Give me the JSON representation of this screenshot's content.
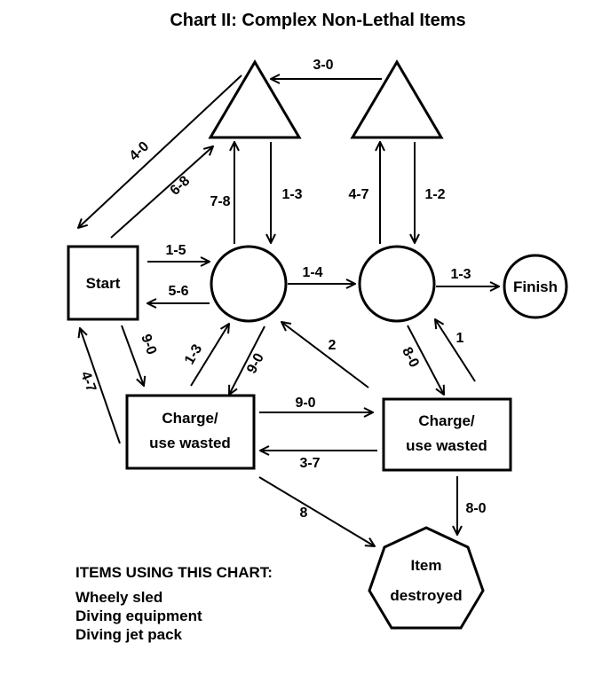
{
  "title": "Chart II:  Complex Non-Lethal Items",
  "nodes": {
    "start": "Start",
    "finish": "Finish",
    "charge_left_line1": "Charge/",
    "charge_left_line2": "use wasted",
    "charge_right_line1": "Charge/",
    "charge_right_line2": "use wasted",
    "destroyed_line1": "Item",
    "destroyed_line2": "destroyed"
  },
  "edges": {
    "tri_right_to_tri_left": "3-0",
    "tri_left_to_start": "4-0",
    "start_to_tri_left": "6-8",
    "circle_left_to_tri_left": "7-8",
    "tri_left_to_circle_left": "1-3",
    "circle_right_to_tri_right": "4-7",
    "tri_right_to_circle_right": "1-2",
    "start_to_circle_left": "1-5",
    "circle_left_to_start": "5-6",
    "circle_left_to_circle_right": "1-4",
    "circle_right_to_finish": "1-3",
    "start_to_charge_left": "9-0",
    "charge_left_to_start": "4-7",
    "charge_left_to_circle_left": "1-3",
    "circle_left_to_charge_left": "9-0",
    "charge_right_to_circle_left": "2",
    "circle_right_to_charge_right": "8-0",
    "charge_right_to_circle_right": "1",
    "charge_left_to_charge_right": "9-0",
    "charge_right_to_charge_left": "3-7",
    "charge_left_to_destroyed": "8",
    "charge_right_to_destroyed": "8-0"
  },
  "items": {
    "heading": "ITEMS USING THIS CHART:",
    "list": [
      "Wheely sled",
      "Diving equipment",
      "Diving jet pack"
    ]
  }
}
